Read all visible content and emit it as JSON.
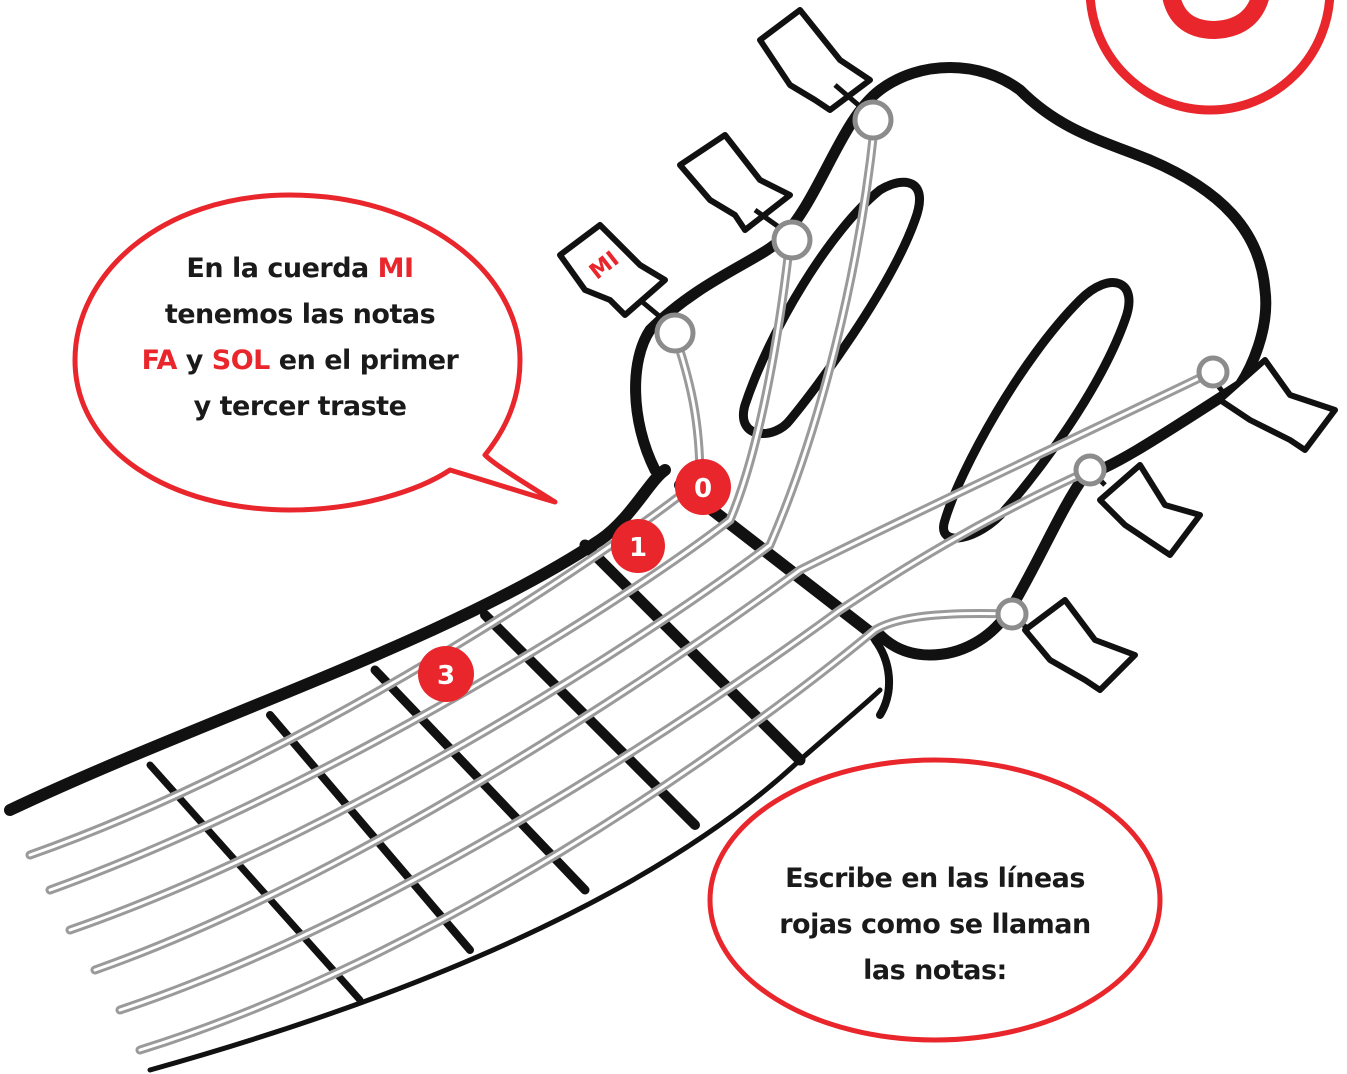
{
  "speech_bubble_left": {
    "line1_pre": "En la cuerda ",
    "line1_note": "MI",
    "line2": "tenemos las notas",
    "line3_note_a": "FA",
    "line3_mid": " y ",
    "line3_note_b": "SOL",
    "line3_post": " en el primer",
    "line4": "y tercer traste"
  },
  "speech_bubble_right": {
    "line1": "Escribe en las líneas",
    "line2": "rojas como se llaman",
    "line3": "las notas:"
  },
  "peg_label": "MI",
  "fret_markers": [
    {
      "label": "0"
    },
    {
      "label": "1"
    },
    {
      "label": "3"
    }
  ],
  "colors": {
    "accent_red": "#e8262b",
    "ink": "#111111",
    "string_gray": "#9a9a9a"
  },
  "icons": {
    "tuning_pegs": "guitar-tuning-peg-icon",
    "headstock": "guitar-headstock"
  }
}
